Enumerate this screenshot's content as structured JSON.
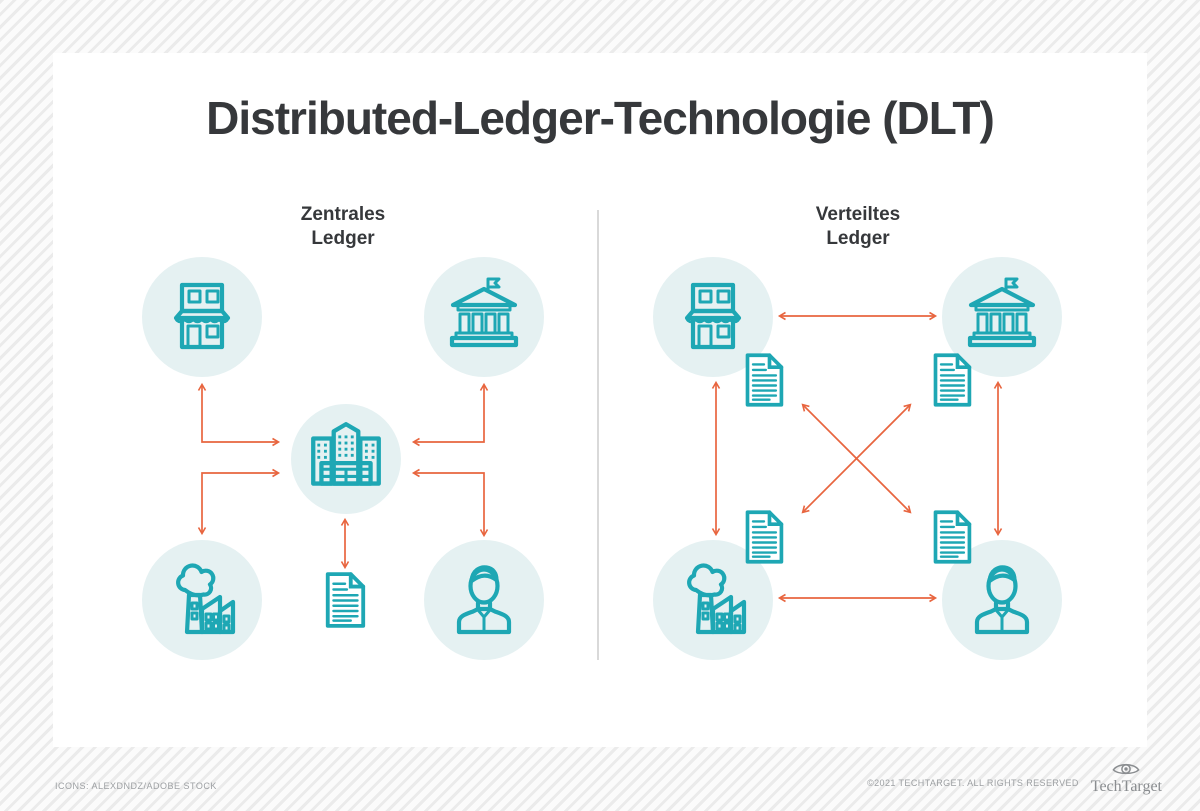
{
  "title": "Distributed-Ledger-Technologie (DLT)",
  "left_panel": {
    "heading_line1": "Zentrales",
    "heading_line2": "Ledger",
    "node_icons": [
      "shop-icon",
      "bank-icon",
      "corporate-buildings-icon",
      "factory-icon",
      "person-icon",
      "ledger-document-icon"
    ]
  },
  "right_panel": {
    "heading_line1": "Verteiltes",
    "heading_line2": "Ledger",
    "node_icons": [
      "shop-icon",
      "bank-icon",
      "factory-icon",
      "person-icon",
      "ledger-document-icon",
      "ledger-document-icon",
      "ledger-document-icon",
      "ledger-document-icon"
    ]
  },
  "footer": {
    "icons_credit": "ICONS: ALEXDNDZ/ADOBE STOCK",
    "copyright": "©2021 TECHTARGET. ALL RIGHTS RESERVED",
    "brand_name": "TechTarget"
  },
  "colors": {
    "icon_teal": "#1ea7b4",
    "node_circle_fill": "#e5f1f2",
    "arrow_orange": "#e8653f",
    "heading_dark": "#36383b",
    "divider": "#d9d9d9",
    "footer_text": "#9da0a3",
    "brand_gray": "#8a8d90",
    "stripe": "#ebebeb",
    "card_bg": "#ffffff"
  }
}
